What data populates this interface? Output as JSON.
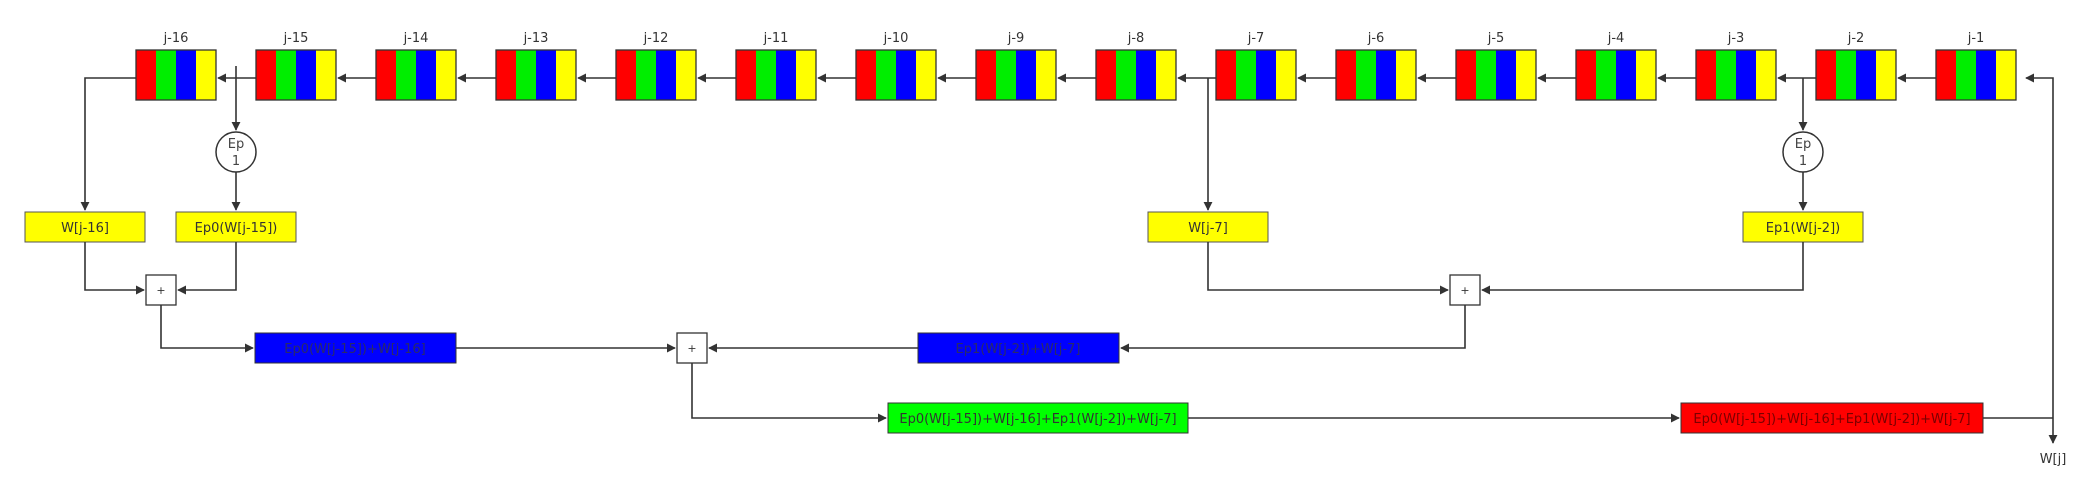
{
  "registers": [
    {
      "label": "j-16"
    },
    {
      "label": "j-15"
    },
    {
      "label": "j-14"
    },
    {
      "label": "j-13"
    },
    {
      "label": "j-12"
    },
    {
      "label": "j-11"
    },
    {
      "label": "j-10"
    },
    {
      "label": "j-9"
    },
    {
      "label": "j-8"
    },
    {
      "label": "j-7"
    },
    {
      "label": "j-6"
    },
    {
      "label": "j-5"
    },
    {
      "label": "j-4"
    },
    {
      "label": "j-3"
    },
    {
      "label": "j-2"
    },
    {
      "label": "j-1"
    }
  ],
  "register_stripe_colors": [
    "#ff0000",
    "#00ee00",
    "#0000ff",
    "#ffff00"
  ],
  "ep_nodes": {
    "left": {
      "line1": "Ep",
      "line2": "1"
    },
    "right": {
      "line1": "Ep",
      "line2": "1"
    }
  },
  "boxes": {
    "w_j16": {
      "text": "W[j-16]",
      "color": "#ffff00"
    },
    "ep0_w_j15": {
      "text": "Ep0(W[j-15])",
      "color": "#ffff00"
    },
    "w_j7": {
      "text": "W[j-7]",
      "color": "#ffff00"
    },
    "ep1_w_j2": {
      "text": "Ep1(W[j-2])",
      "color": "#ffff00"
    },
    "sum_left": {
      "text": "Ep0(W[j-15])+W[j-16]",
      "color": "#0000ff"
    },
    "sum_right": {
      "text": "Ep1(W[j-2])+W[j-7]",
      "color": "#0000ff"
    },
    "total_green": {
      "text": "Ep0(W[j-15])+W[j-16]+Ep1(W[j-2])+W[j-7]",
      "color": "#00ff00"
    },
    "total_red": {
      "text": "Ep0(W[j-15])+W[j-16]+Ep1(W[j-2])+W[j-7]",
      "color": "#ff0000"
    }
  },
  "adders": {
    "left": "+",
    "right": "+",
    "middle": "+"
  },
  "output_label": "W[j]"
}
